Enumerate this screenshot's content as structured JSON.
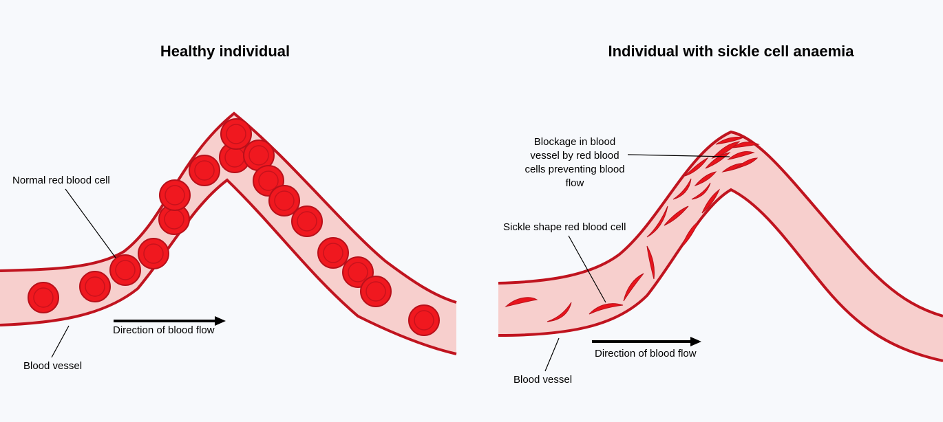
{
  "left_panel": {
    "title": "Healthy individual",
    "cell_label": "Normal red blood cell",
    "vessel_label": "Blood vessel",
    "flow_label": "Direction of blood flow"
  },
  "right_panel": {
    "title": "Individual with sickle cell anaemia",
    "blockage_label": "Blockage in blood\nvessel by red blood\ncells preventing blood\nflow",
    "cell_label": "Sickle shape red blood cell",
    "vessel_label": "Blood vessel",
    "flow_label": "Direction of blood flow"
  },
  "colors": {
    "vessel_wall": "#c0141f",
    "vessel_fill": "#f7cfcd",
    "cell_fill": "#f0181f",
    "cell_center": "#e8101a",
    "arrow": "#000000"
  }
}
